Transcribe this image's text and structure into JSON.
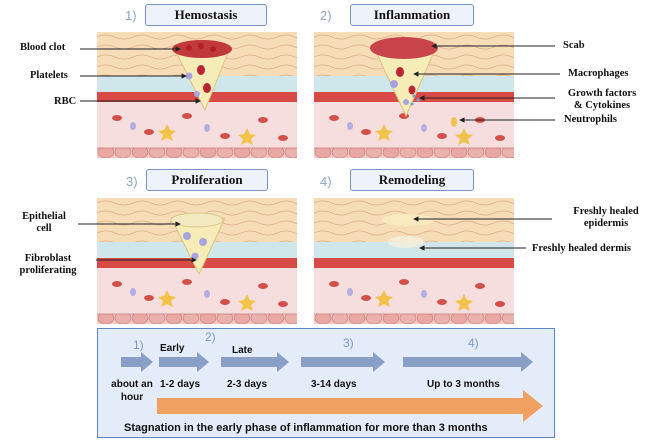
{
  "panels": [
    {
      "num": "1)",
      "title": "Hemostasis"
    },
    {
      "num": "2)",
      "title": "Inflammation"
    },
    {
      "num": "3)",
      "title": "Proliferation"
    },
    {
      "num": "4)",
      "title": "Remodeling"
    }
  ],
  "labels": {
    "blood_clot": "Blood clot",
    "platelets": "Platelets",
    "rbc": "RBC",
    "scab": "Scab",
    "macrophages": "Macrophages",
    "growth_factors_1": "Growth factors",
    "growth_factors_2": "& Cytokines",
    "neutrophils": "Neutrophils",
    "epithelial_1": "Epithelial",
    "epithelial_2": "cell",
    "fibroblast_1": "Fibroblast",
    "fibroblast_2": "proliferating",
    "fresh_epidermis_1": "Freshly healed",
    "fresh_epidermis_2": "epidermis",
    "fresh_dermis": "Freshly healed dermis"
  },
  "timeline": {
    "nums": [
      "1)",
      "2)",
      "3)",
      "4)"
    ],
    "early": "Early",
    "late": "Late",
    "about_1": "about an",
    "about_2": "hour",
    "d12": "1-2 days",
    "d23": "2-3 days",
    "d314": "3-14 days",
    "months": "Up to 3 months",
    "stagnation": "Stagnation in the early phase of inflammation for more than 3 months"
  },
  "colors": {
    "arrow_blue": "#8a9fc6",
    "arrow_orange": "#f0a060",
    "box_border": "#5d86c4"
  }
}
